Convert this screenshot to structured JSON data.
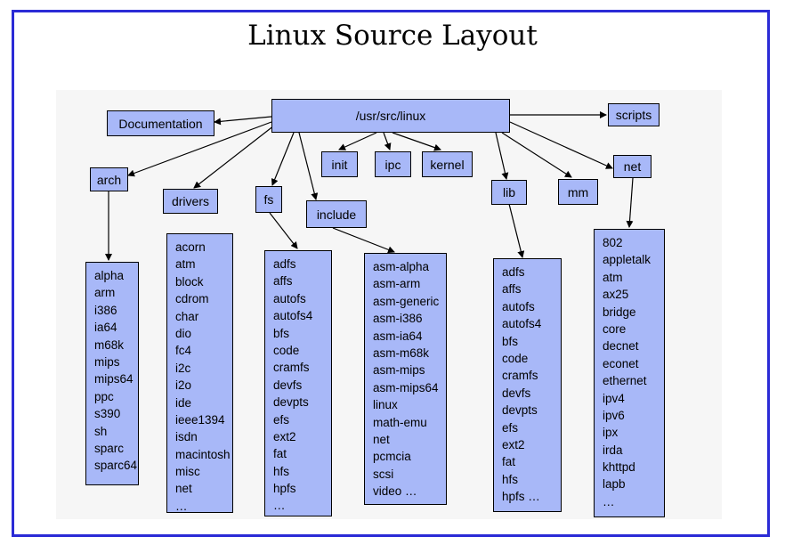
{
  "title": "Linux Source Layout",
  "root": "/usr/src/linux",
  "nodes": {
    "documentation": "Documentation",
    "scripts": "scripts",
    "arch": "arch",
    "drivers": "drivers",
    "fs": "fs",
    "include": "include",
    "init": "init",
    "ipc": "ipc",
    "kernel": "kernel",
    "lib": "lib",
    "mm": "mm",
    "net": "net"
  },
  "lists": {
    "arch": [
      "alpha",
      "arm",
      "i386",
      "ia64",
      "m68k",
      "mips",
      "mips64",
      "ppc",
      "s390",
      "sh",
      "sparc",
      "sparc64"
    ],
    "drivers": [
      "acorn",
      "atm",
      "block",
      "cdrom",
      "char",
      "dio",
      "fc4",
      "i2c",
      "i2o",
      "ide",
      "ieee1394",
      "isdn",
      "macintosh",
      "misc",
      "net",
      "…"
    ],
    "fs": [
      "adfs",
      "affs",
      "autofs",
      "autofs4",
      "bfs",
      "code",
      "cramfs",
      "devfs",
      "devpts",
      "efs",
      "ext2",
      "fat",
      "hfs",
      "hpfs",
      "…"
    ],
    "include": [
      "asm-alpha",
      "asm-arm",
      "asm-generic",
      "asm-i386",
      "asm-ia64",
      "asm-m68k",
      "asm-mips",
      "asm-mips64",
      "linux",
      "math-emu",
      "net",
      "pcmcia",
      "scsi",
      "video …"
    ],
    "lib": [
      "adfs",
      "affs",
      "autofs",
      "autofs4",
      "bfs",
      "code",
      "cramfs",
      "devfs",
      "devpts",
      "efs",
      "ext2",
      "fat",
      "hfs",
      "hpfs …"
    ],
    "net": [
      "802",
      "appletalk",
      "atm",
      "ax25",
      "bridge",
      "core",
      "decnet",
      "econet",
      "ethernet",
      "ipv4",
      "ipv6",
      "ipx",
      "irda",
      "khttpd",
      "lapb",
      "…"
    ]
  }
}
